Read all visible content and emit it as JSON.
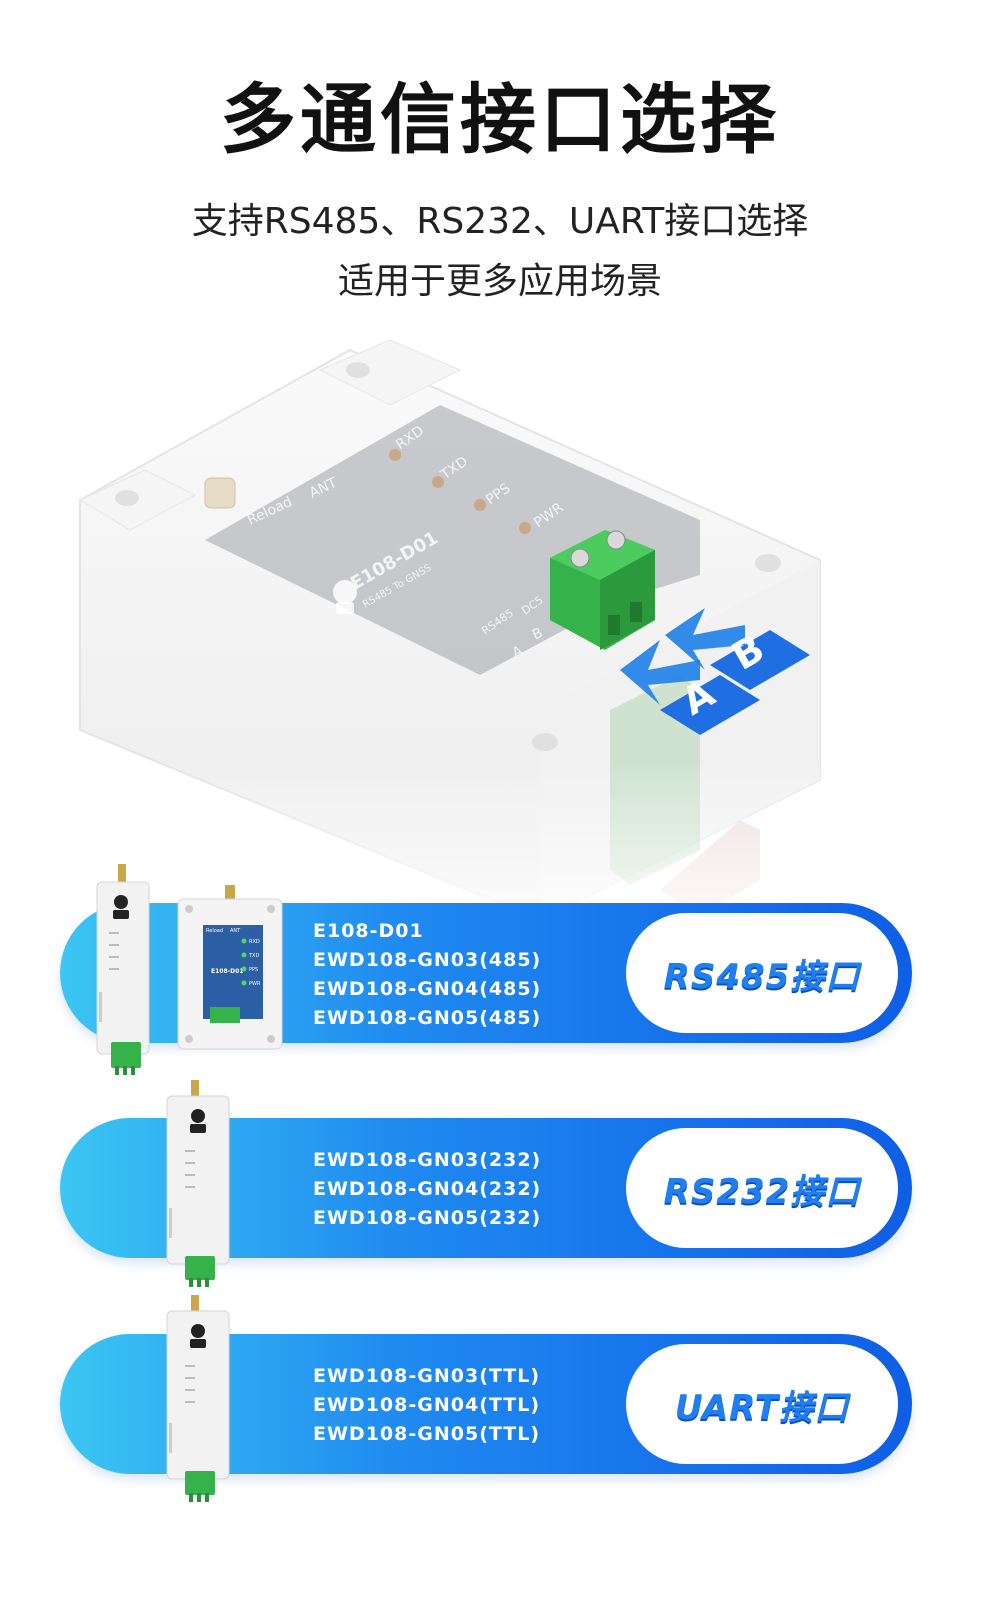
{
  "title": "多通信接口选择",
  "subtitle": {
    "line1": "支持RS485、RS232、UART接口选择",
    "line2": "适用于更多应用场景"
  },
  "hero": {
    "labels": [
      "Reload",
      "ANT",
      "RXD",
      "TXD",
      "PPS",
      "PWR",
      "RS485",
      "DC5",
      "A",
      "B"
    ],
    "model": "E108-D01",
    "model_sub": "RS485 To GNSS",
    "arrow_a": "A",
    "arrow_b": "B"
  },
  "interfaces": [
    {
      "models": [
        "E108-D01",
        "EWD108-GN03(485)",
        "EWD108-GN04(485)",
        "EWD108-GN05(485)"
      ],
      "label": "RS485接口"
    },
    {
      "models": [
        "EWD108-GN03(232)",
        "EWD108-GN04(232)",
        "EWD108-GN05(232)"
      ],
      "label": "RS232接口"
    },
    {
      "models": [
        "EWD108-GN03(TTL)",
        "EWD108-GN04(TTL)",
        "EWD108-GN05(TTL)"
      ],
      "label": "UART接口"
    }
  ],
  "small_device": {
    "labels": [
      "Reload",
      "ANT",
      "RXD",
      "TXD",
      "PPS",
      "PWR",
      "E108-D01"
    ]
  },
  "colors": {
    "accent": "#1f7ef0",
    "gradient_start": "#3cc6f2",
    "gradient_end": "#0f5ee6",
    "terminal_green": "#35b24a"
  }
}
